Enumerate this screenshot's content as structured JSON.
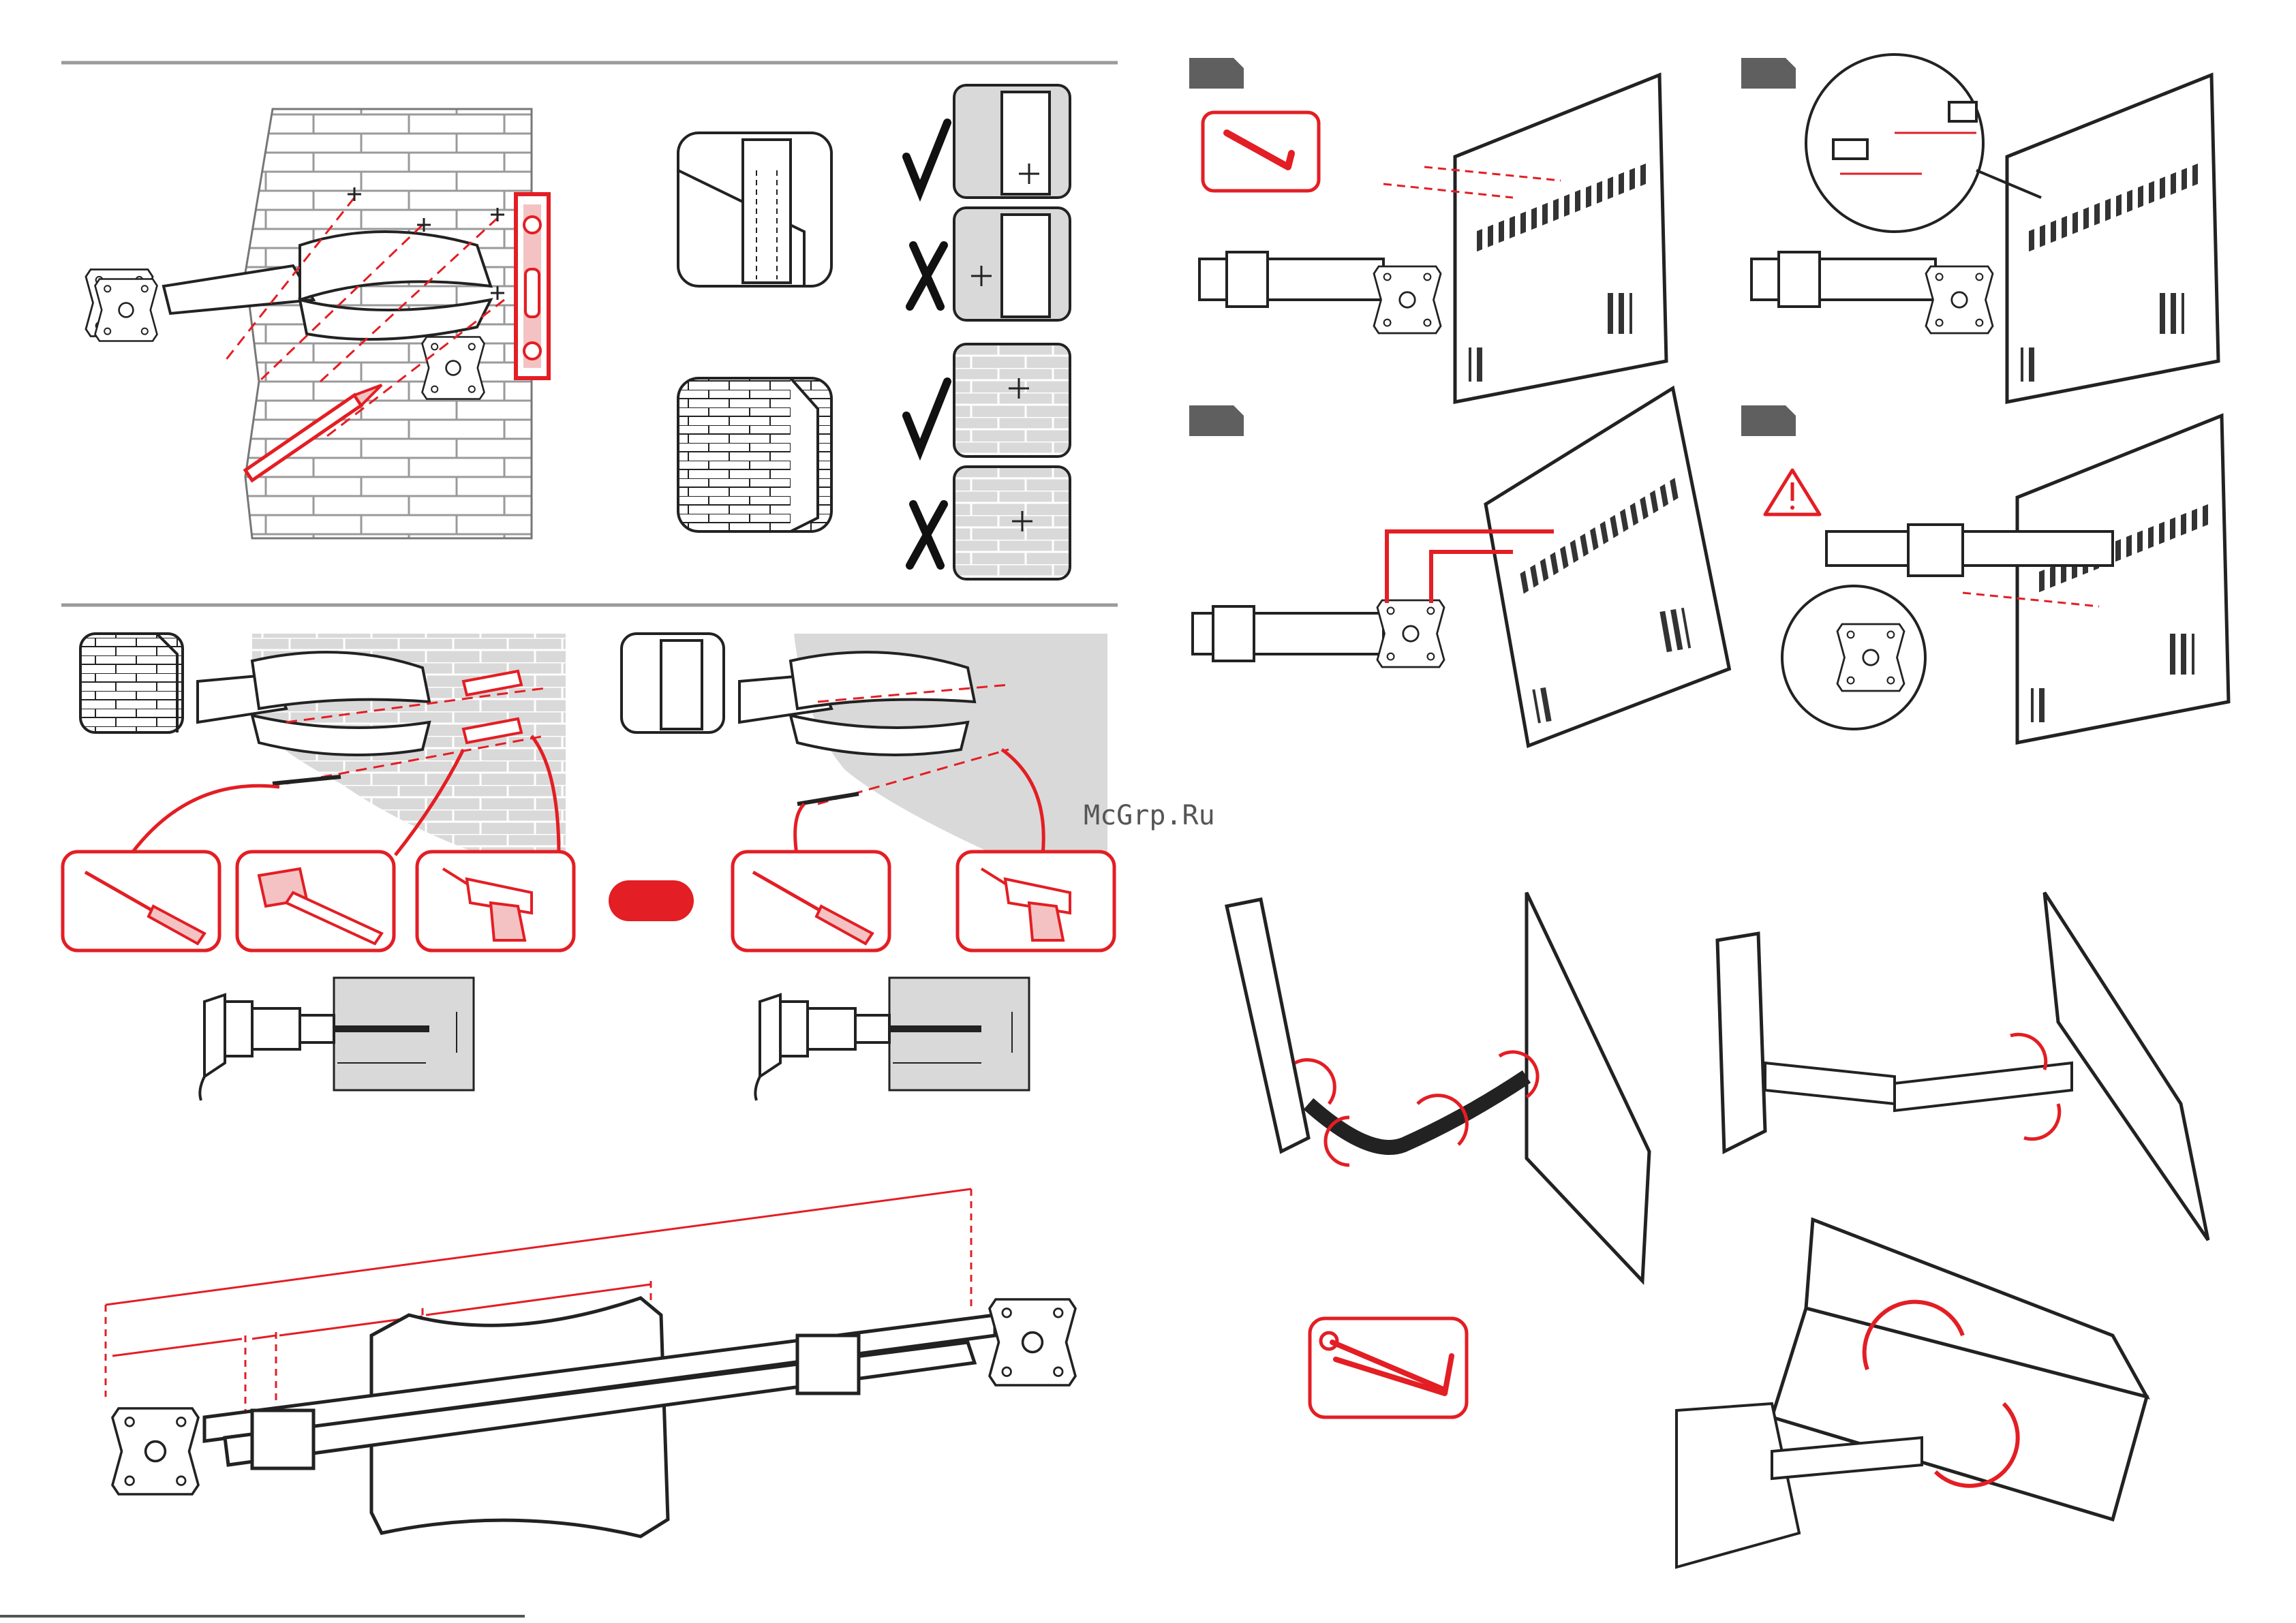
{
  "watermark": {
    "text": "McGrp.Ru"
  },
  "colors": {
    "accent_red": "#e31e24",
    "gray_rule": "#9a9a9a",
    "wall_gray": "#d9d9d9",
    "line": "#222222",
    "step_badge": "#5f5f5f",
    "check_mark": "#111111"
  },
  "icons": {
    "allen_key": "allen-key-icon",
    "screwdriver": "screwdriver-icon",
    "hammer": "hammer-icon",
    "drill": "drill-icon",
    "wrench_allen": "wrench-and-allen-key-icon",
    "warning": "warning-triangle-icon",
    "check": "check-mark-icon",
    "cross": "cross-mark-icon"
  },
  "badges": [
    {
      "id": "step-1",
      "text": ""
    },
    {
      "id": "step-2",
      "text": ""
    },
    {
      "id": "step-3",
      "text": ""
    },
    {
      "id": "step-4",
      "text": ""
    }
  ],
  "pill": {
    "text": ""
  }
}
